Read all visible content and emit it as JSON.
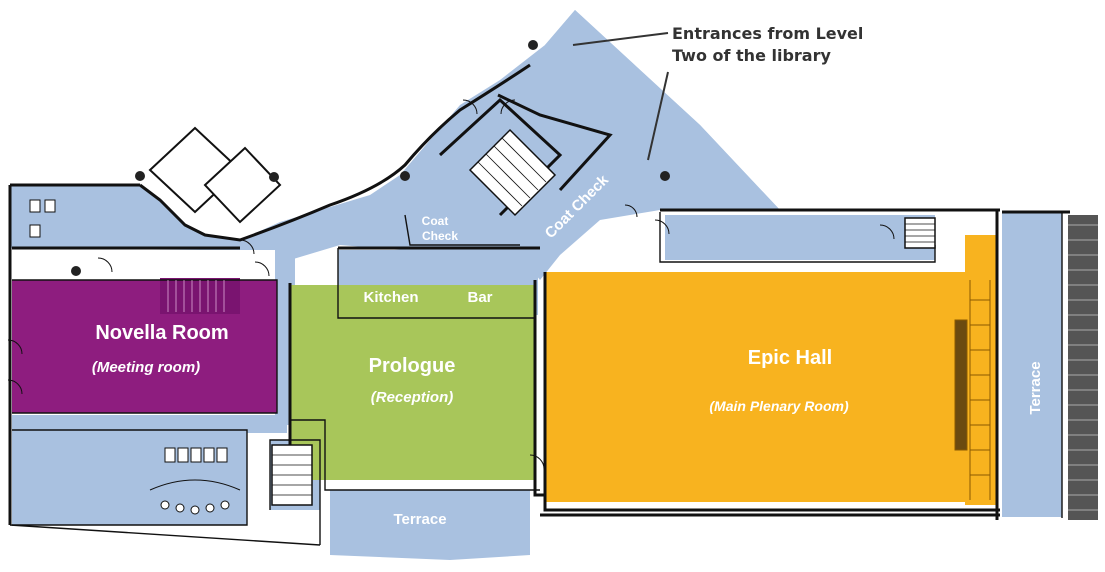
{
  "callout": {
    "line1": "Entrances from Level",
    "line2": "Two of the library"
  },
  "rooms": {
    "novella": {
      "name": "Novella Room",
      "subtitle": "(Meeting room)"
    },
    "prologue": {
      "name": "Prologue",
      "subtitle": "(Reception)"
    },
    "epic": {
      "name": "Epic Hall",
      "subtitle": "(Main Plenary Room)"
    },
    "kitchen": {
      "name": "Kitchen"
    },
    "bar": {
      "name": "Bar"
    },
    "coat_check_small_line1": "Coat",
    "coat_check_small_line2": "Check",
    "coat_check_rotated": "Coat Check",
    "terrace_bottom": "Terrace",
    "terrace_right": "Terrace"
  },
  "colors": {
    "circulation": "#a9c1e0",
    "novella": "#8e1d7f",
    "prologue": "#a8c65a",
    "epic": "#f8b31f",
    "walls": "#111111",
    "callout_text": "#333333"
  }
}
